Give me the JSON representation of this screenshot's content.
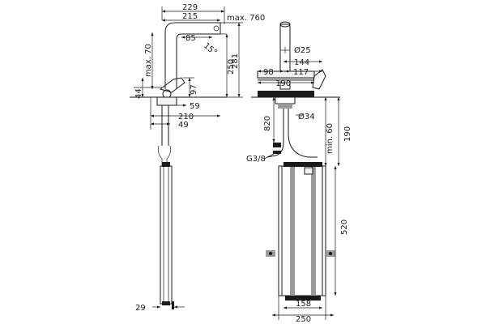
{
  "dimensions": {
    "left_view": {
      "d229": "229",
      "d215": "215",
      "max760": "max. 760",
      "d85": "85",
      "d15deg": "15°",
      "max70": "max. 70",
      "d250": "250",
      "d281": "281",
      "d97": "97",
      "d44": "44",
      "d59": "59",
      "d210": "210",
      "d49": "49",
      "d29": "29"
    },
    "right_view": {
      "d25": "Ø25",
      "d144": "144",
      "d98": "98",
      "d117": "117",
      "d190a": "190",
      "d34": "Ø34",
      "d820": "820",
      "min60": "min. 60",
      "d190b": "190",
      "g38": "G3/8",
      "d520": "520",
      "d158": "158",
      "d250": "250"
    }
  }
}
